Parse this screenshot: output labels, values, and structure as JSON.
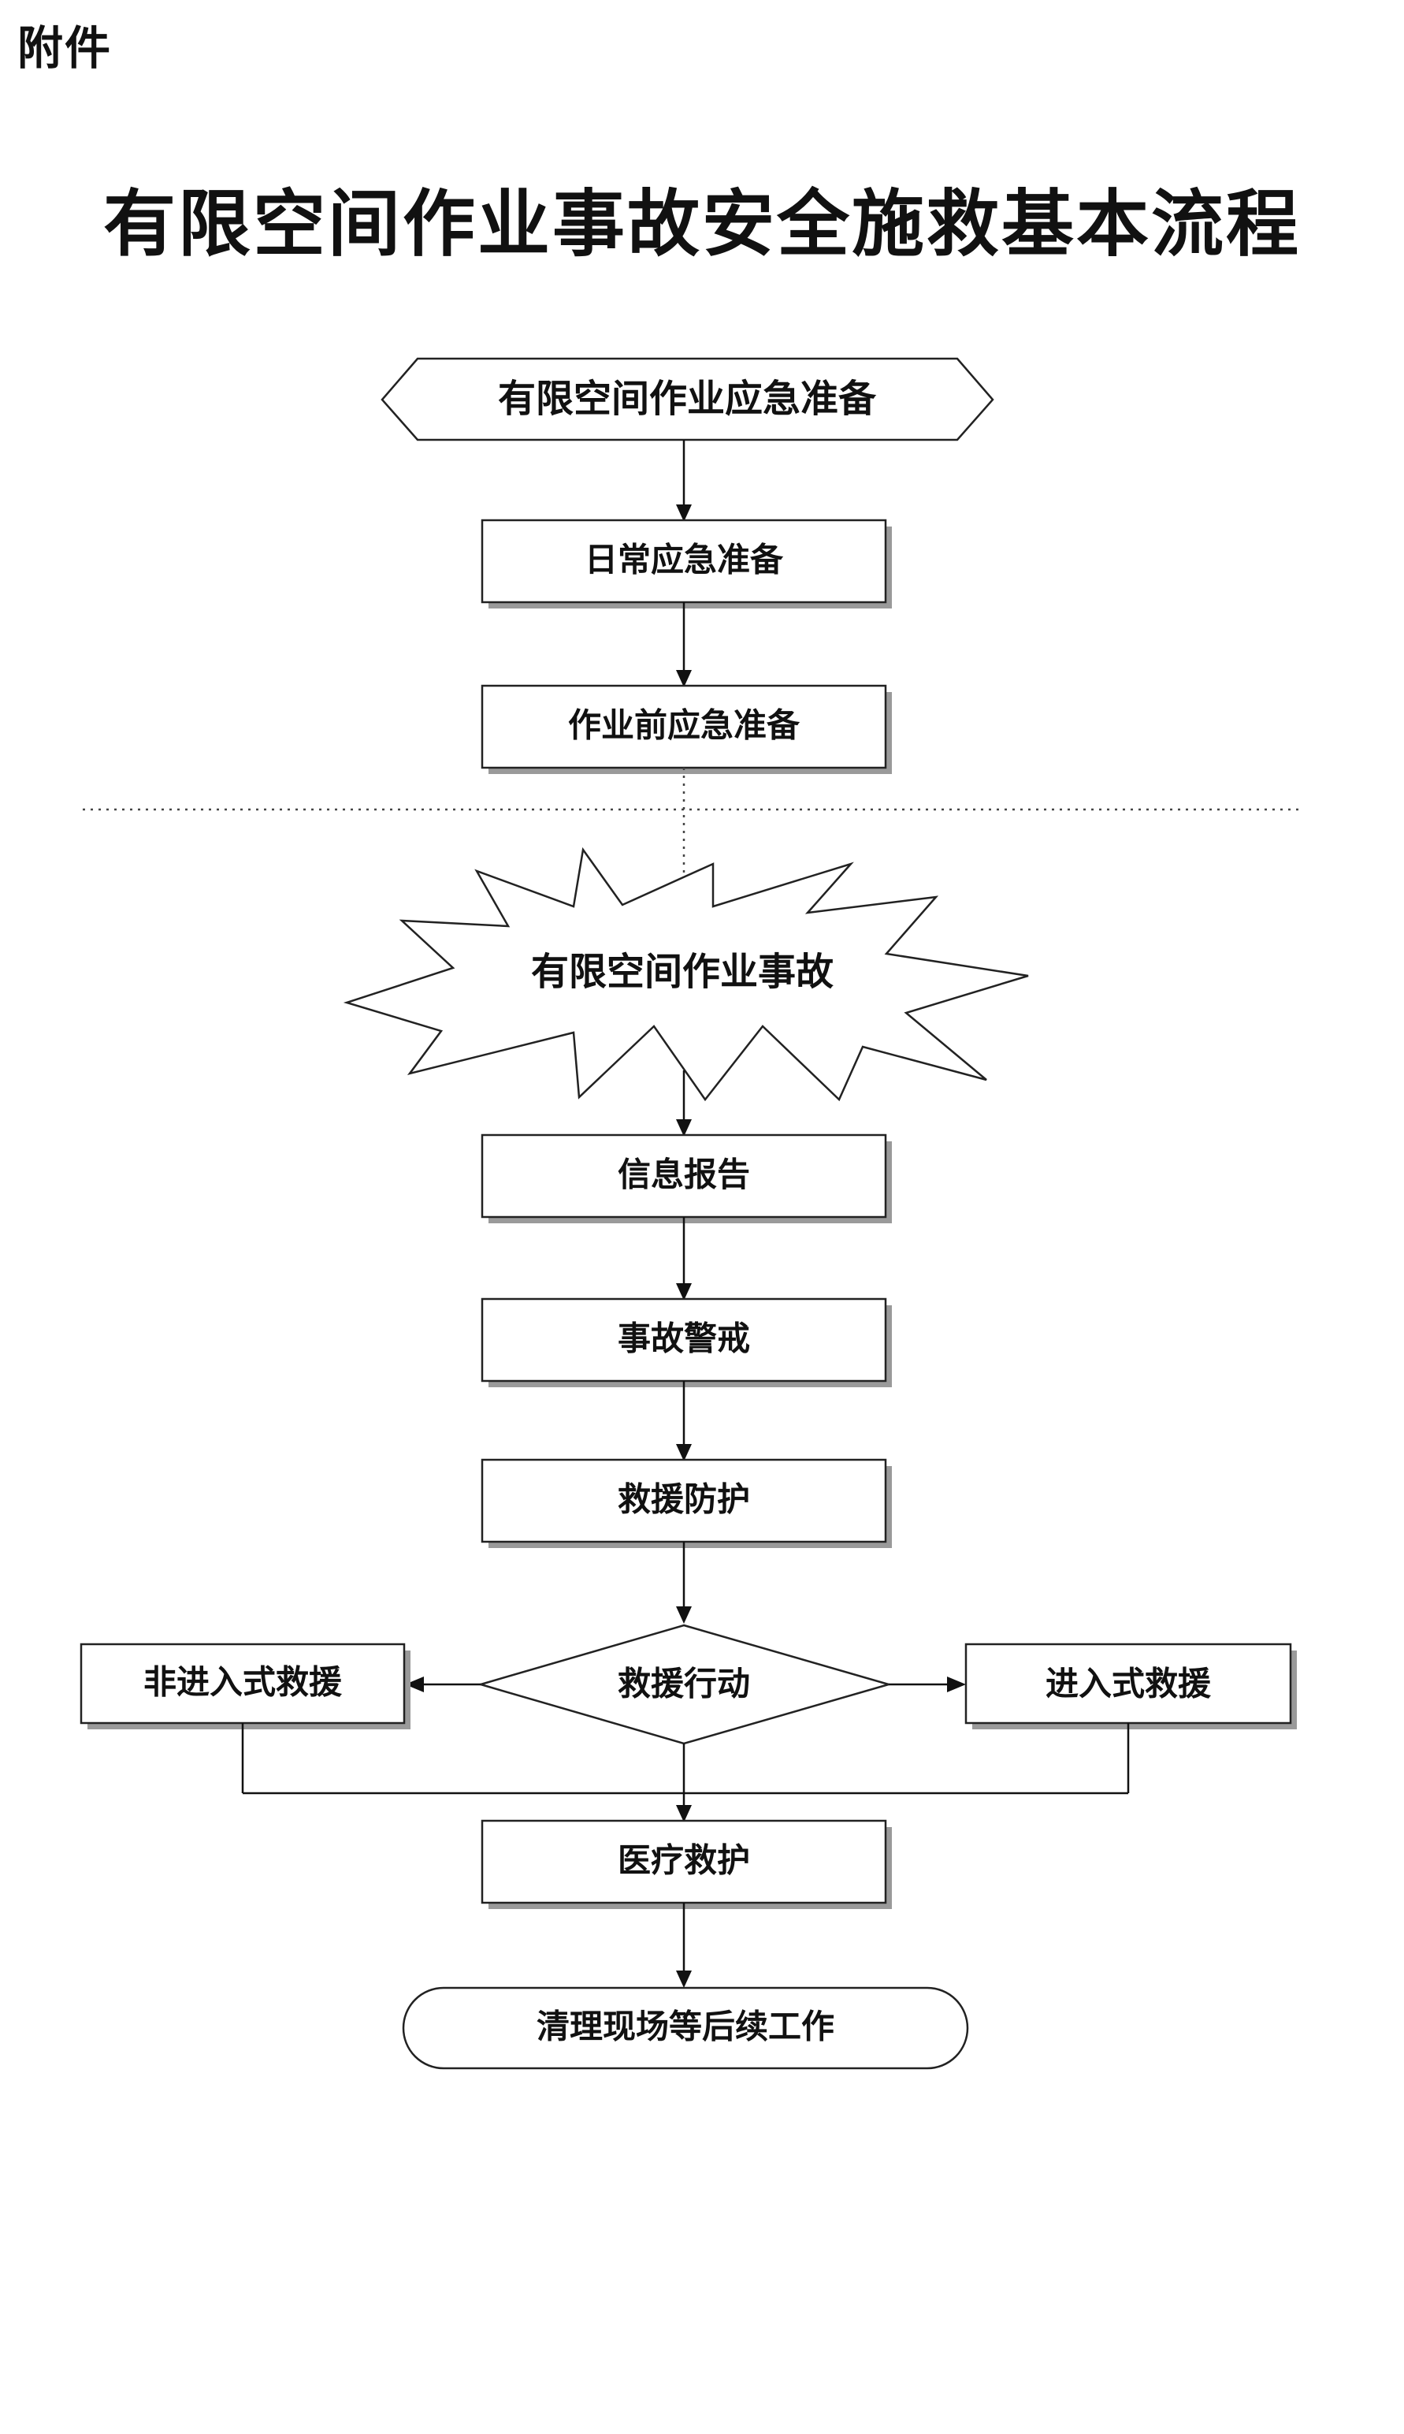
{
  "header": {
    "attachment_label": "附件",
    "title": "有限空间作业事故安全施救基本流程"
  },
  "flowchart": {
    "emergency_prep": "有限空间作业应急准备",
    "daily_prep": "日常应急准备",
    "pre_work_prep": "作业前应急准备",
    "accident": "有限空间作业事故",
    "info_report": "信息报告",
    "accident_alert": "事故警戒",
    "rescue_protection": "救援防护",
    "rescue_action": "救援行动",
    "non_entry_rescue": "非进入式救援",
    "entry_rescue": "进入式救援",
    "medical_aid": "医疗救护",
    "cleanup": "清理现场等后续工作"
  }
}
